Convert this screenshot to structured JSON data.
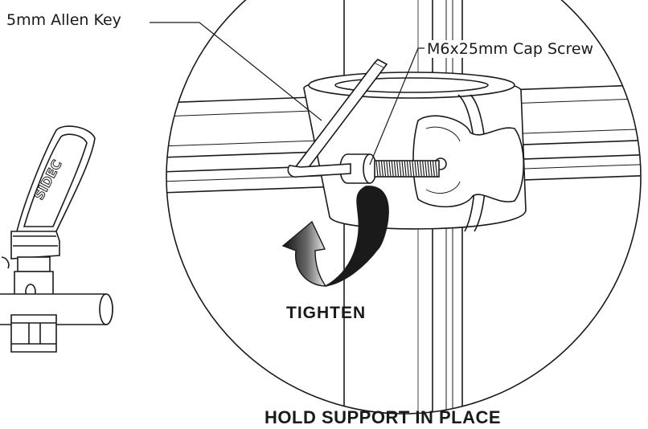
{
  "labels": {
    "allen_key": "5mm Allen Key",
    "cap_screw": "M6x25mm Cap Screw",
    "action": "TIGHTEN",
    "instruction": "HOLD SUPPORT IN PLACE"
  },
  "logo_text": "SIDEC",
  "icons": {
    "arrow": "curved-rotate-arrow-icon",
    "allen_key": "hex-key-icon",
    "screw": "cap-screw-icon"
  },
  "colors": {
    "line": "#1a1a1a",
    "arrow_dark": "#1a1a1a",
    "arrow_light": "#e6e6e6",
    "background": "#ffffff"
  }
}
